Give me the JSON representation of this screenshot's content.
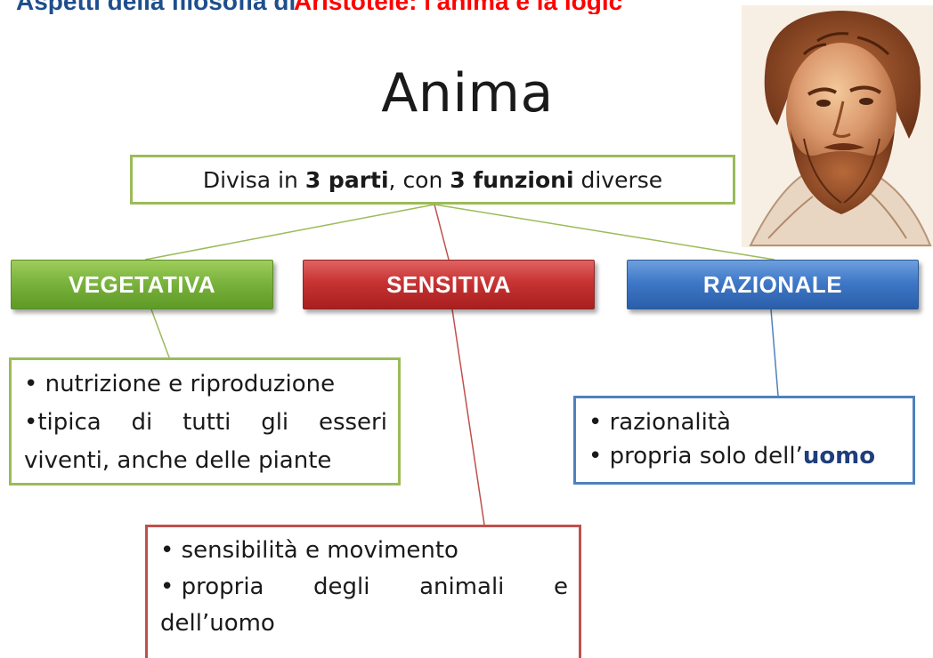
{
  "header": {
    "left_clipped_text": "Aspetti della filosofia di",
    "right_clipped_text": "Aristotele: l'anima e la logica"
  },
  "portrait": {
    "subject": "bearded philosopher portrait",
    "icon": "portrait-illustration"
  },
  "title": "Anima",
  "summary": {
    "prefix": "Divisa in ",
    "bold1": "3 parti",
    "middle": ", con ",
    "bold2": "3 funzioni",
    "suffix": " diverse"
  },
  "categories": [
    {
      "key": "vegetativa",
      "label": "VEGETATIVA",
      "color": "#7ab33e"
    },
    {
      "key": "sensitiva",
      "label": "SENSITIVA",
      "color": "#c73333"
    },
    {
      "key": "razionale",
      "label": "RAZIONALE",
      "color": "#3f78c7"
    }
  ],
  "details": {
    "vegetativa": {
      "line1": "• nutrizione e riproduzione",
      "line2_words": [
        "•tipica",
        "di",
        "tutti",
        "gli",
        "esseri"
      ],
      "line3": "viventi, anche delle piante"
    },
    "sensitiva": {
      "line1": "• sensibilità e movimento",
      "line2_words": [
        "• propria",
        "degli",
        "animali",
        "e"
      ],
      "line3": "dell’uomo"
    },
    "razionale": {
      "line1": "• razionalità",
      "line2_prefix": "• propria solo dell’",
      "line2_bold": "uomo"
    }
  },
  "colors": {
    "green_border": "#9bbb59",
    "red_border": "#c0504d",
    "blue_border": "#4f81bd",
    "header_red": "#ff0000",
    "header_blue": "#1e4e8c"
  }
}
